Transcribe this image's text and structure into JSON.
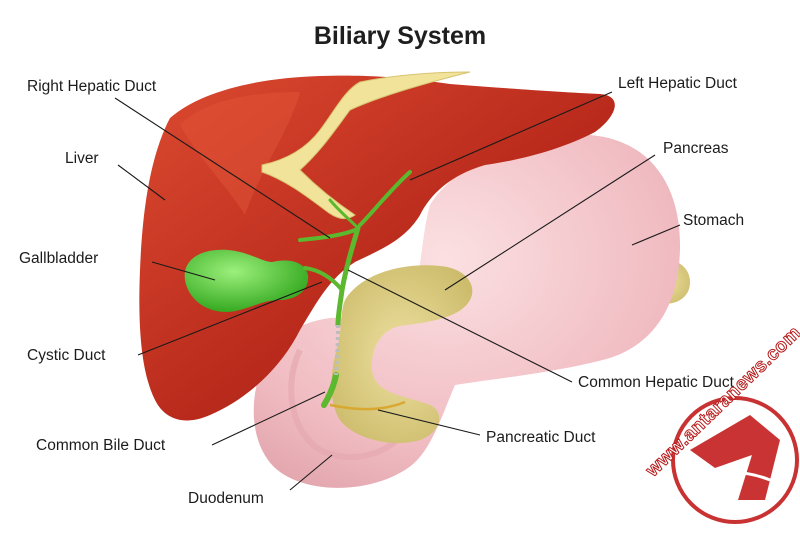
{
  "title": "Biliary System",
  "labels": {
    "right_hepatic_duct": "Right Hepatic Duct",
    "left_hepatic_duct": "Left Hepatic Duct",
    "liver": "Liver",
    "pancreas": "Pancreas",
    "stomach": "Stomach",
    "gallbladder": "Gallbladder",
    "cystic_duct": "Cystic Duct",
    "common_hepatic_duct": "Common Hepatic Duct",
    "common_bile_duct": "Common Bile Duct",
    "pancreatic_duct": "Pancreatic Duct",
    "duodenum": "Duodenum"
  },
  "watermark": {
    "text": "www.antaranews.com",
    "logo_icon": "antara-logo-icon"
  },
  "colors": {
    "liver": "#b5281c",
    "liver_light": "#d8432c",
    "gallbladder": "#44c22c",
    "stomach": "#f2c3c8",
    "pancreas": "#ddd08a",
    "bile_duct": "#5cb82e",
    "hepatic_vessel": "#f3e6a0",
    "leader_line": "#1a1a1a",
    "watermark": "#c62828"
  }
}
